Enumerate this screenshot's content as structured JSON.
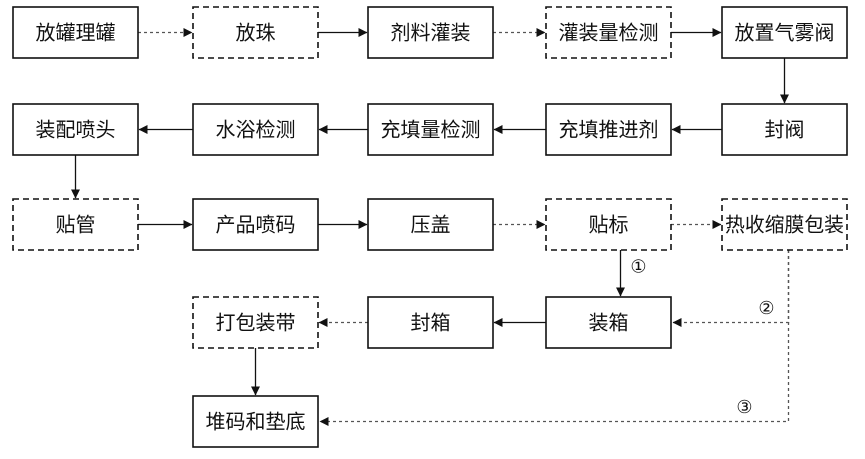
{
  "nodes": [
    {
      "id": "n1",
      "label": "放罐理罐",
      "style": "solid"
    },
    {
      "id": "n2",
      "label": "放珠",
      "style": "dashed"
    },
    {
      "id": "n3",
      "label": "剂料灌装",
      "style": "solid"
    },
    {
      "id": "n4",
      "label": "灌装量检测",
      "style": "dashed"
    },
    {
      "id": "n5",
      "label": "放置气雾阀",
      "style": "solid"
    },
    {
      "id": "n6",
      "label": "装配喷头",
      "style": "solid"
    },
    {
      "id": "n7",
      "label": "水浴检测",
      "style": "solid"
    },
    {
      "id": "n8",
      "label": "充填量检测",
      "style": "solid"
    },
    {
      "id": "n9",
      "label": "充填推进剂",
      "style": "solid"
    },
    {
      "id": "n10",
      "label": "封阀",
      "style": "solid"
    },
    {
      "id": "n11",
      "label": "贴管",
      "style": "dashed"
    },
    {
      "id": "n12",
      "label": "产品喷码",
      "style": "solid"
    },
    {
      "id": "n13",
      "label": "压盖",
      "style": "solid"
    },
    {
      "id": "n14",
      "label": "贴标",
      "style": "dashed"
    },
    {
      "id": "n15",
      "label": "热收缩膜包装",
      "style": "dashed"
    },
    {
      "id": "n16",
      "label": "打包装带",
      "style": "dashed"
    },
    {
      "id": "n17",
      "label": "封箱",
      "style": "solid"
    },
    {
      "id": "n18",
      "label": "装箱",
      "style": "solid"
    },
    {
      "id": "n19",
      "label": "堆码和垫底",
      "style": "solid"
    }
  ],
  "edges": [
    {
      "from": "n1",
      "to": "n2",
      "style": "dotted"
    },
    {
      "from": "n2",
      "to": "n3",
      "style": "solid"
    },
    {
      "from": "n3",
      "to": "n4",
      "style": "dotted"
    },
    {
      "from": "n4",
      "to": "n5",
      "style": "solid"
    },
    {
      "from": "n5",
      "to": "n10",
      "style": "solid"
    },
    {
      "from": "n10",
      "to": "n9",
      "style": "solid"
    },
    {
      "from": "n9",
      "to": "n8",
      "style": "solid"
    },
    {
      "from": "n8",
      "to": "n7",
      "style": "solid"
    },
    {
      "from": "n7",
      "to": "n6",
      "style": "solid"
    },
    {
      "from": "n6",
      "to": "n11",
      "style": "solid"
    },
    {
      "from": "n11",
      "to": "n12",
      "style": "solid"
    },
    {
      "from": "n12",
      "to": "n13",
      "style": "solid"
    },
    {
      "from": "n13",
      "to": "n14",
      "style": "dotted"
    },
    {
      "from": "n14",
      "to": "n15",
      "style": "dotted"
    },
    {
      "from": "n14",
      "to": "n18",
      "style": "solid",
      "label": "①"
    },
    {
      "from": "n15",
      "to": "n18",
      "style": "dotted",
      "label": "②"
    },
    {
      "from": "n15",
      "to": "n19",
      "style": "dotted",
      "label": "③"
    },
    {
      "from": "n18",
      "to": "n17",
      "style": "solid"
    },
    {
      "from": "n17",
      "to": "n16",
      "style": "dotted"
    },
    {
      "from": "n16",
      "to": "n19",
      "style": "solid"
    }
  ]
}
